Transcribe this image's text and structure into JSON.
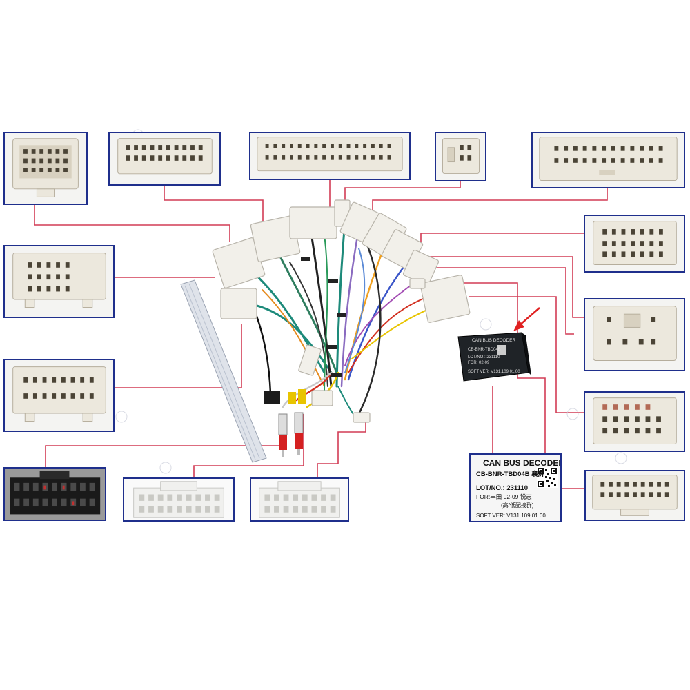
{
  "product": {
    "label": {
      "line1": "CAN BUS DECODER",
      "line2": "CB-BNR-TBD04B",
      "line2b": "襄屏",
      "line3": "LOT/NO.: 231110",
      "line4": "FOR:丰田 02-09 锐志",
      "line5": "(高/低配接群)",
      "line6": "SOFT VER: V131.109.01.00"
    },
    "decoder_device": {
      "line1": "CAN BUS DECODER",
      "line2": "CB-BNR-TBD04B",
      "line3": "LOT/NO.: 231110",
      "line4": "FOR: 02-09",
      "line5": "SOFT VER: V131.109.01.00"
    }
  },
  "colors": {
    "frame_border": "#1f2f8c",
    "pointer_line": "#d23c55",
    "arrow": "#e02020",
    "connector_body": "#f2f0ea"
  }
}
